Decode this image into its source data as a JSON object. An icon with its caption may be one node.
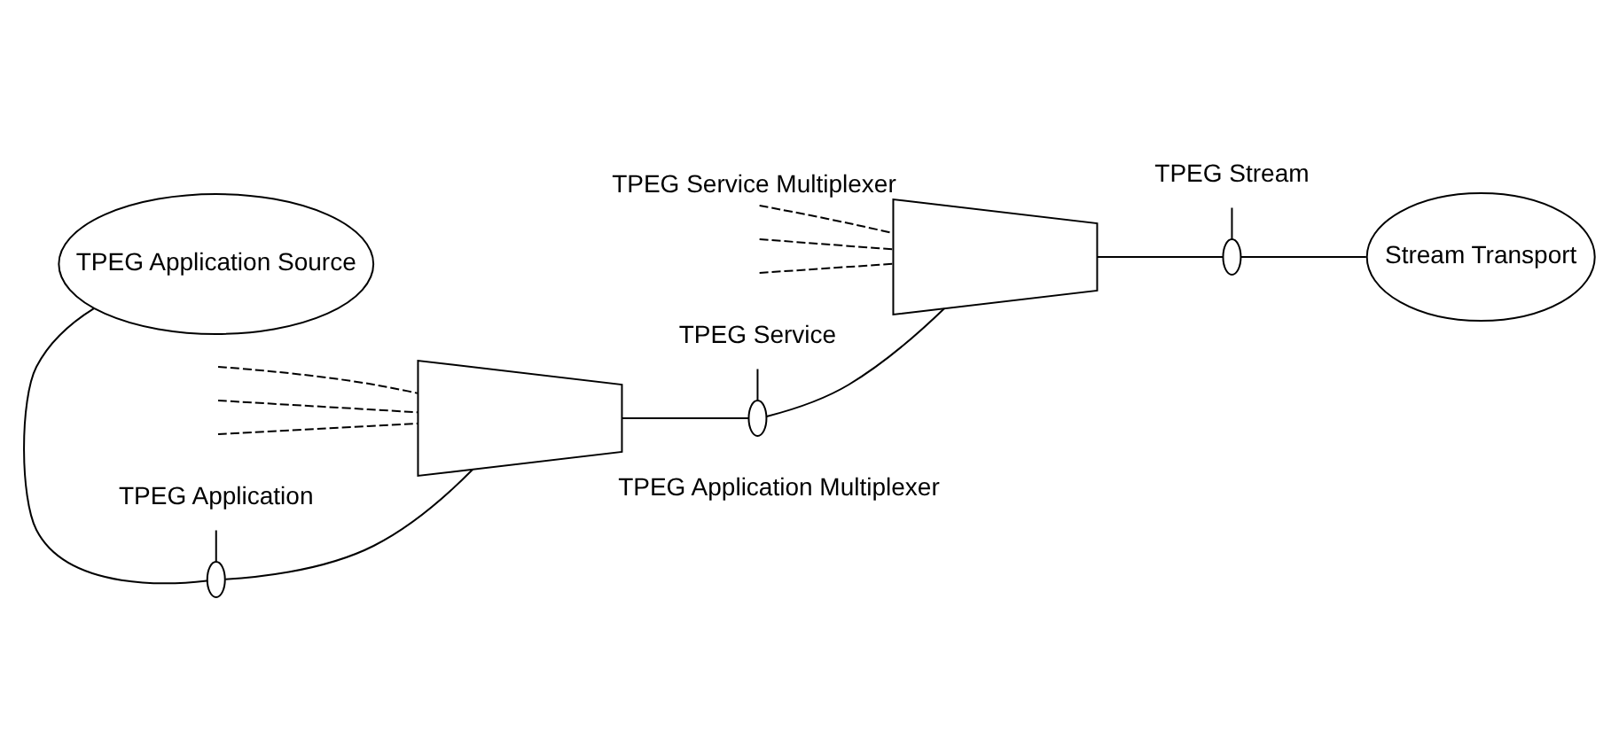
{
  "diagram": {
    "nodes": [
      {
        "text": [
          "TPEG Application Source"
        ]
      },
      {
        "text": [],
        "shape": "trapezium",
        "beside": [
          "TPEG Application Multiplexer"
        ]
      },
      {
        "text": [],
        "shape": "trapezium",
        "beside": [
          "TPEG Service Multiplexer"
        ]
      },
      {
        "text": [
          "Stream Transport"
        ]
      },
      {
        "text": [],
        "shape": "ellipse"
      },
      {
        "text": [],
        "shape": "ellipse"
      },
      {
        "text": [],
        "shape": "ellipse"
      },
      {
        "text": [
          "TPEG Application"
        ]
      },
      {
        "text": [
          "TPEG Service"
        ]
      },
      {
        "text": [
          "TPEG Stream"
        ]
      }
    ],
    "edges": [
      {
        "from": 0,
        "to": 4,
        "arrow": "none"
      },
      {
        "from": 4,
        "to": 1,
        "arrow": "none"
      },
      {
        "from": 1,
        "to": 5,
        "arrow": "none"
      },
      {
        "from": 5,
        "to": 2,
        "arrow": "none"
      },
      {
        "from": 2,
        "to": 6,
        "arrow": "none"
      },
      {
        "from": 6,
        "to": 3,
        "arrow": "none"
      },
      {
        "from": 7,
        "to": 4,
        "arrow": "none"
      },
      {
        "from": 8,
        "to": 5,
        "arrow": "none"
      },
      {
        "from": 9,
        "to": 6,
        "arrow": "none"
      },
      {
        "from": null,
        "to": 1,
        "arrow": "none",
        "style": "dashed"
      },
      {
        "from": null,
        "to": 1,
        "arrow": "none",
        "style": "dashed"
      },
      {
        "from": null,
        "to": 1,
        "arrow": "none",
        "style": "dashed"
      },
      {
        "from": null,
        "to": 2,
        "arrow": "none",
        "style": "dashed"
      },
      {
        "from": null,
        "to": 2,
        "arrow": "none",
        "style": "dashed"
      },
      {
        "from": null,
        "to": 2,
        "arrow": "none",
        "style": "dashed"
      }
    ]
  }
}
